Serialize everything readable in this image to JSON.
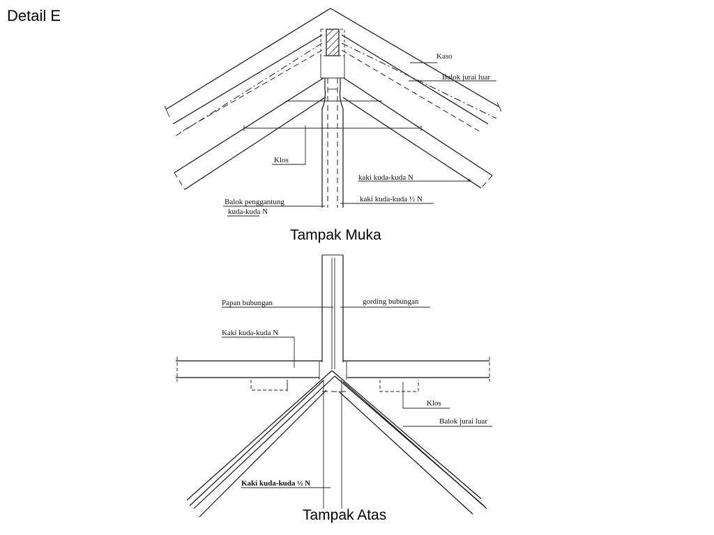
{
  "slide_title": "Detail E",
  "views": {
    "front": {
      "title": "Tampak Muka",
      "labels": {
        "kaso": "Kaso",
        "balok_jurai_luar": "Balok jurai luar",
        "klos": "Klos",
        "kaki_kuda_kuda_n": "kaki kuda-kuda N",
        "kaki_kuda_kuda_half_n": "kaki kuda-kuda ½ N",
        "balok_penggantung_1": "Balok penggantung",
        "balok_penggantung_2": "kuda-kuda N"
      }
    },
    "top": {
      "title": "Tampak Atas",
      "labels": {
        "papan_bubungan": "Papan bubungan",
        "gording_bubungan": "gording bubungan",
        "kaki_kuda_kuda_n": "Kaki kuda-kuda N",
        "klos": "Klos",
        "balok_jurai_luar": "Balok jurai luar",
        "kaki_kuda_kuda_half_n": "Kaki kuda-kuda ½ N"
      }
    }
  }
}
